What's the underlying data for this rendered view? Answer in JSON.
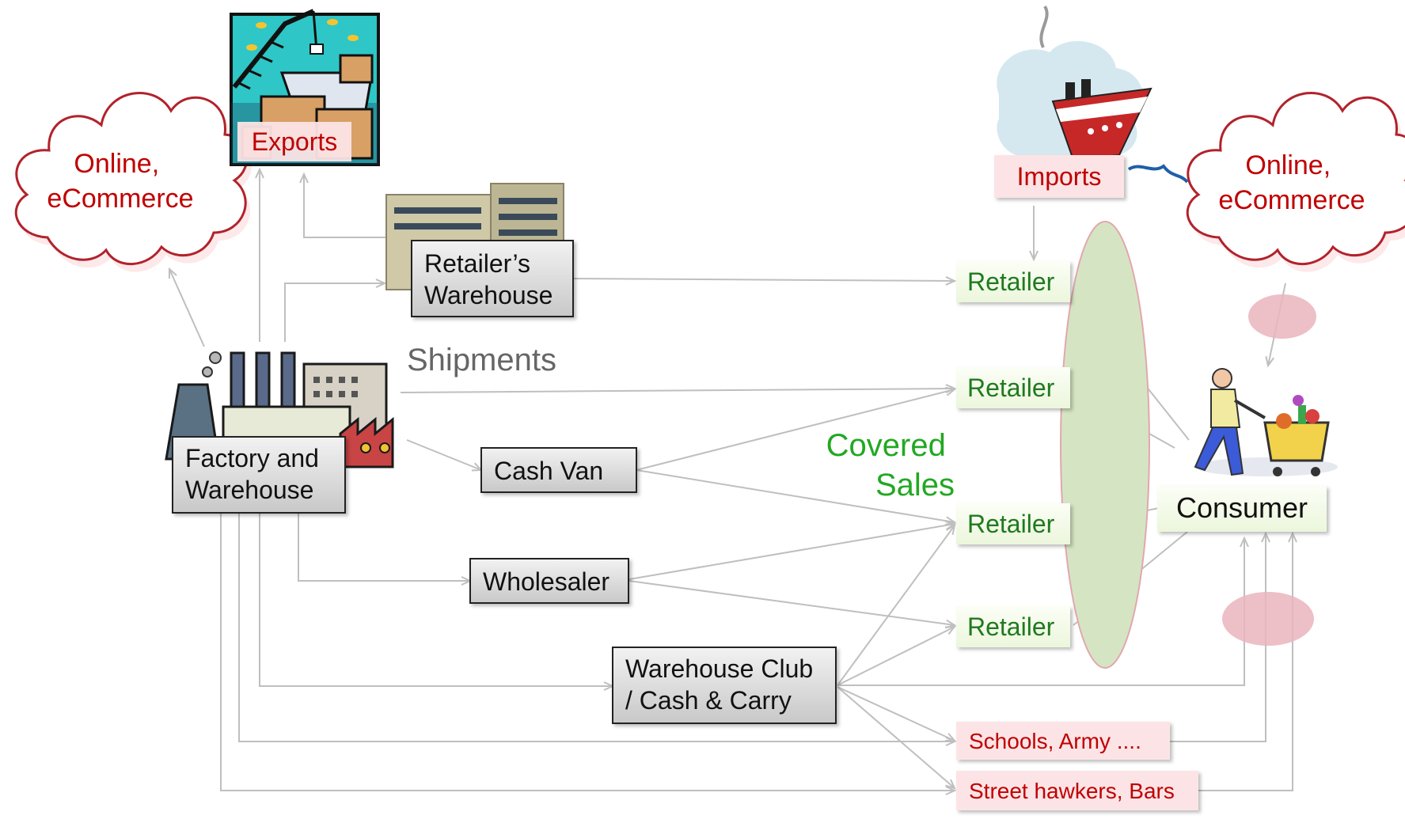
{
  "nodes": {
    "online_left": "Online,\neCommerce",
    "online_right": "Online,\neCommerce",
    "exports": "Exports",
    "imports": "Imports",
    "retailers_warehouse": "Retailer’s\nWarehouse",
    "shipments": "Shipments",
    "factory": "Factory and\nWarehouse",
    "cash_van": "Cash Van",
    "wholesaler": "Wholesaler",
    "warehouse_club": "Warehouse Club\n/ Cash & Carry",
    "covered_sales": "Covered\nSales",
    "retailer_1": "Retailer",
    "retailer_2": "Retailer",
    "retailer_3": "Retailer",
    "retailer_4": "Retailer",
    "consumer": "Consumer",
    "schools": "Schools, Army ....",
    "street": "Street hawkers, Bars"
  },
  "colors": {
    "arrow": "#bfbfbf",
    "cloud_stroke": "#b2222b",
    "cloud_text": "#c00000",
    "red_label_bg": "#fce4e6",
    "red_text": "#c00000",
    "green_box_bg": "#f3fae8",
    "green_text": "#1f7a1f",
    "covered_text": "#22a822",
    "gray_box": "#d9d9d9",
    "ellipse_fill": "#d5e5c3",
    "ellipse_stroke": "#e2a7ae",
    "pink_blob": "#eab4bd"
  },
  "icons": [
    "factory-icon",
    "port-crane-icon",
    "warehouse-building-icon",
    "cruise-ship-icon",
    "shopper-cart-icon"
  ]
}
